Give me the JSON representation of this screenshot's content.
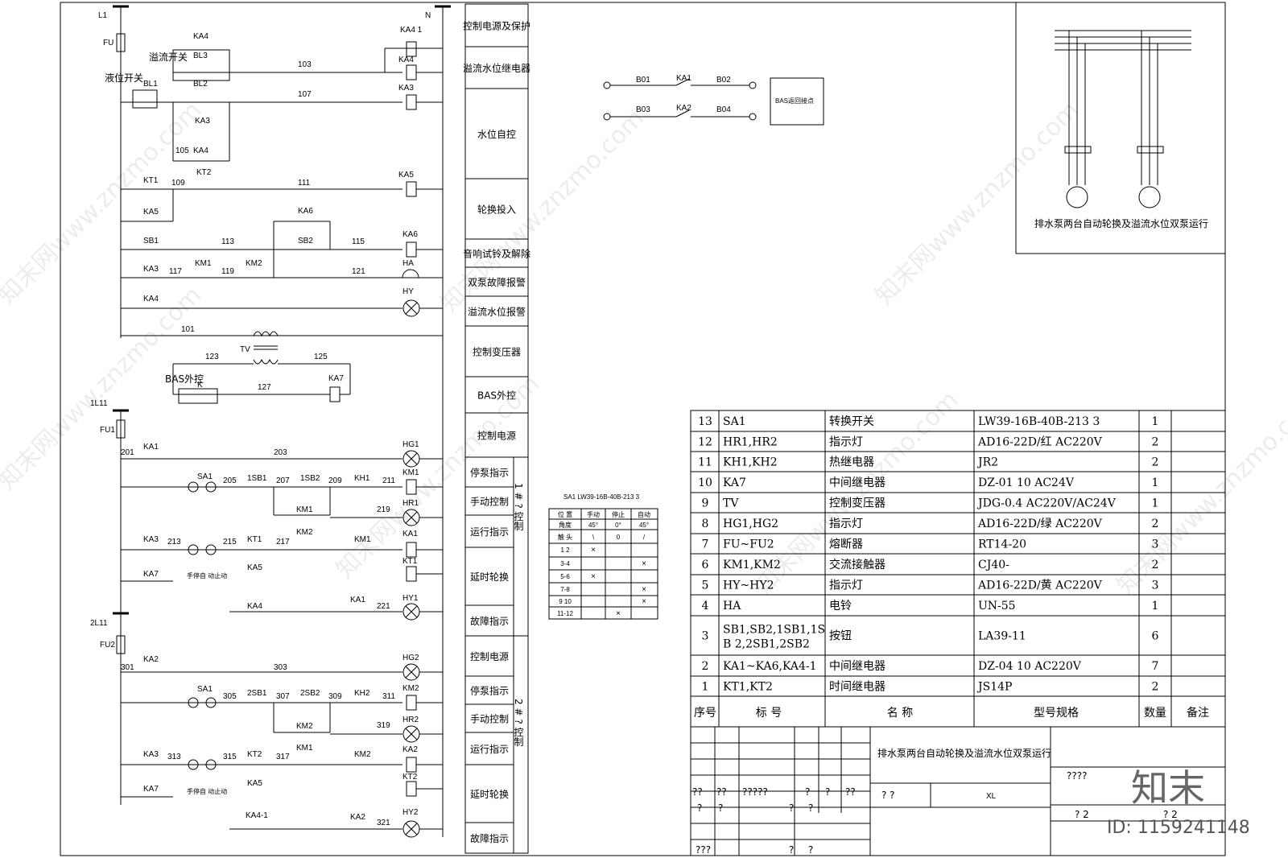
{
  "header": {
    "l1": "L1",
    "n": "N",
    "fu": "FU",
    "l1_1": "1L11",
    "fu1": "FU1",
    "l2_1": "2L11",
    "fu2": "FU2"
  },
  "wires": [
    "103",
    "107",
    "105",
    "109",
    "111",
    "113",
    "115",
    "117",
    "119",
    "121",
    "101",
    "123",
    "125",
    "127",
    "201",
    "203",
    "205",
    "207",
    "209",
    "211",
    "213",
    "215",
    "217",
    "219",
    "221",
    "301",
    "303",
    "305",
    "307",
    "309",
    "311",
    "313",
    "315",
    "317",
    "319",
    "321"
  ],
  "devices": {
    "ka4": "KA4",
    "bl3": "BL3",
    "bl2": "BL2",
    "bl1": "BL1",
    "ka3": "KA3",
    "kt1": "KT1",
    "kt2": "KT2",
    "ka5": "KA5",
    "ka6": "KA6",
    "sb1": "SB1",
    "sb2": "SB2",
    "km1": "KM1",
    "km2": "KM2",
    "ha": "HA",
    "hy": "HY",
    "tv": "TV",
    "k": "K",
    "ka7": "KA7",
    "ka1": "KA1",
    "sa1": "SA1",
    "sb1_1": "1SB1",
    "sb1_2": "1SB2",
    "kh1": "KH1",
    "hg1": "HG1",
    "hr1": "HR1",
    "hy1": "HY1",
    "ka2": "KA2",
    "sb2_1": "2SB1",
    "sb2_2": "2SB2",
    "kh2": "KH2",
    "hg2": "HG2",
    "hr2": "HR2",
    "hy2": "HY2",
    "ka4_1": "KA4-1",
    "ka4_1b": "KA4 1"
  },
  "labels": {
    "overflow_switch": "溢流开关",
    "level_switch": "液位开关",
    "bas_external": "BAS外控",
    "manual_auto_1": "手停自\n动止动",
    "manual_auto_2": "手停自\n动止动"
  },
  "functions": [
    "控制电源及保护",
    "溢流水位继电器",
    "水位自控",
    "轮换投入",
    "音响试铃及解除",
    "双泵故障报警",
    "溢流水位报警",
    "控制变压器",
    "BAS外控",
    "控制电源",
    "停泵指示",
    "手动控制",
    "运行指示",
    "延时轮换",
    "故障指示",
    "控制电源",
    "停泵指示",
    "手动控制",
    "运行指示",
    "延时轮换",
    "故障指示"
  ],
  "group_labels": {
    "pump1": "1 # ? 控制",
    "pump2": "2 # ? 控制"
  },
  "bas_contacts": {
    "b01": "B01",
    "b02": "B02",
    "b03": "B03",
    "b04": "B04",
    "ka1": "KA1",
    "ka2": "KA2",
    "box": "BAS返回接点"
  },
  "switch_table": {
    "title": "SA1 LW39-16B-40B-213 3",
    "headers": [
      "位 置",
      "手动",
      "停止",
      "自动"
    ],
    "angle_row": [
      "角度",
      "45°",
      "0°",
      "45°"
    ],
    "contacts_row": [
      "触 头",
      "\\",
      "0",
      "/"
    ],
    "rows": [
      {
        "contact": "1 2",
        "marks": [
          "×",
          "",
          ""
        ]
      },
      {
        "contact": "3-4",
        "marks": [
          "",
          "",
          "×"
        ]
      },
      {
        "contact": "5-6",
        "marks": [
          "×",
          "",
          ""
        ]
      },
      {
        "contact": "7-8",
        "marks": [
          "",
          "",
          "×"
        ]
      },
      {
        "contact": "9 10",
        "marks": [
          "",
          "",
          "×"
        ]
      },
      {
        "contact": "11-12",
        "marks": [
          "",
          "×",
          ""
        ]
      }
    ]
  },
  "inset": {
    "caption": "排水泵两台自动轮换及溢流水位双泵运行"
  },
  "bom": {
    "headers": [
      "序号",
      "标  号",
      "名  称",
      "型号规格",
      "数量",
      "备注"
    ],
    "rows": [
      [
        "13",
        "SA1",
        "转换开关",
        "LW39-16B-40B-213 3",
        "1",
        ""
      ],
      [
        "12",
        "HR1,HR2",
        "指示灯",
        "AD16-22D/红 AC220V",
        "2",
        ""
      ],
      [
        "11",
        "KH1,KH2",
        "热继电器",
        "JR2",
        "2",
        ""
      ],
      [
        "10",
        "KA7",
        "中间继电器",
        "DZ-01 10 AC24V",
        "1",
        ""
      ],
      [
        "9",
        "TV",
        "控制变压器",
        "JDG-0.4 AC220V/AC24V",
        "1",
        ""
      ],
      [
        "8",
        "HG1,HG2",
        "指示灯",
        "AD16-22D/绿 AC220V",
        "2",
        ""
      ],
      [
        "7",
        "FU~FU2",
        "熔断器",
        "RT14-20",
        "3",
        ""
      ],
      [
        "6",
        "KM1,KM2",
        "交流接触器",
        "CJ40-",
        "2",
        ""
      ],
      [
        "5",
        "HY~HY2",
        "指示灯",
        "AD16-22D/黄 AC220V",
        "3",
        ""
      ],
      [
        "4",
        "HA",
        "电铃",
        "UN-55",
        "1",
        ""
      ],
      [
        "3",
        "SB1,SB2,1SB1,1SB 2,2SB1,2SB2",
        "按钮",
        "LA39-11",
        "6",
        ""
      ],
      [
        "2",
        "KA1~KA6,KA4-1",
        "中间继电器",
        "DZ-04 10 AC220V",
        "7",
        ""
      ],
      [
        "1",
        "KT1,KT2",
        "时间继电器",
        "JS14P",
        "2",
        ""
      ]
    ]
  },
  "title_block": {
    "title": "排水泵两台自动轮换及溢流水位双泵运行",
    "code": "XL",
    "q1": "? ?",
    "q2": "????",
    "q3": "?  ?",
    "q4": "?  2",
    "q5": "?  2",
    "r1": "??",
    "r2": "??",
    "r3": "?????",
    "r4": "?",
    "r5": "?",
    "r6": "??",
    "r7": "?",
    "r8": "?",
    "r9": "?",
    "r10": "?",
    "r11": "???",
    "r12": "?",
    "r13": "?"
  },
  "watermarks": [
    "知末网www.znzmo.com"
  ],
  "brand": {
    "logo": "知末",
    "id": "ID: 1159241148"
  }
}
